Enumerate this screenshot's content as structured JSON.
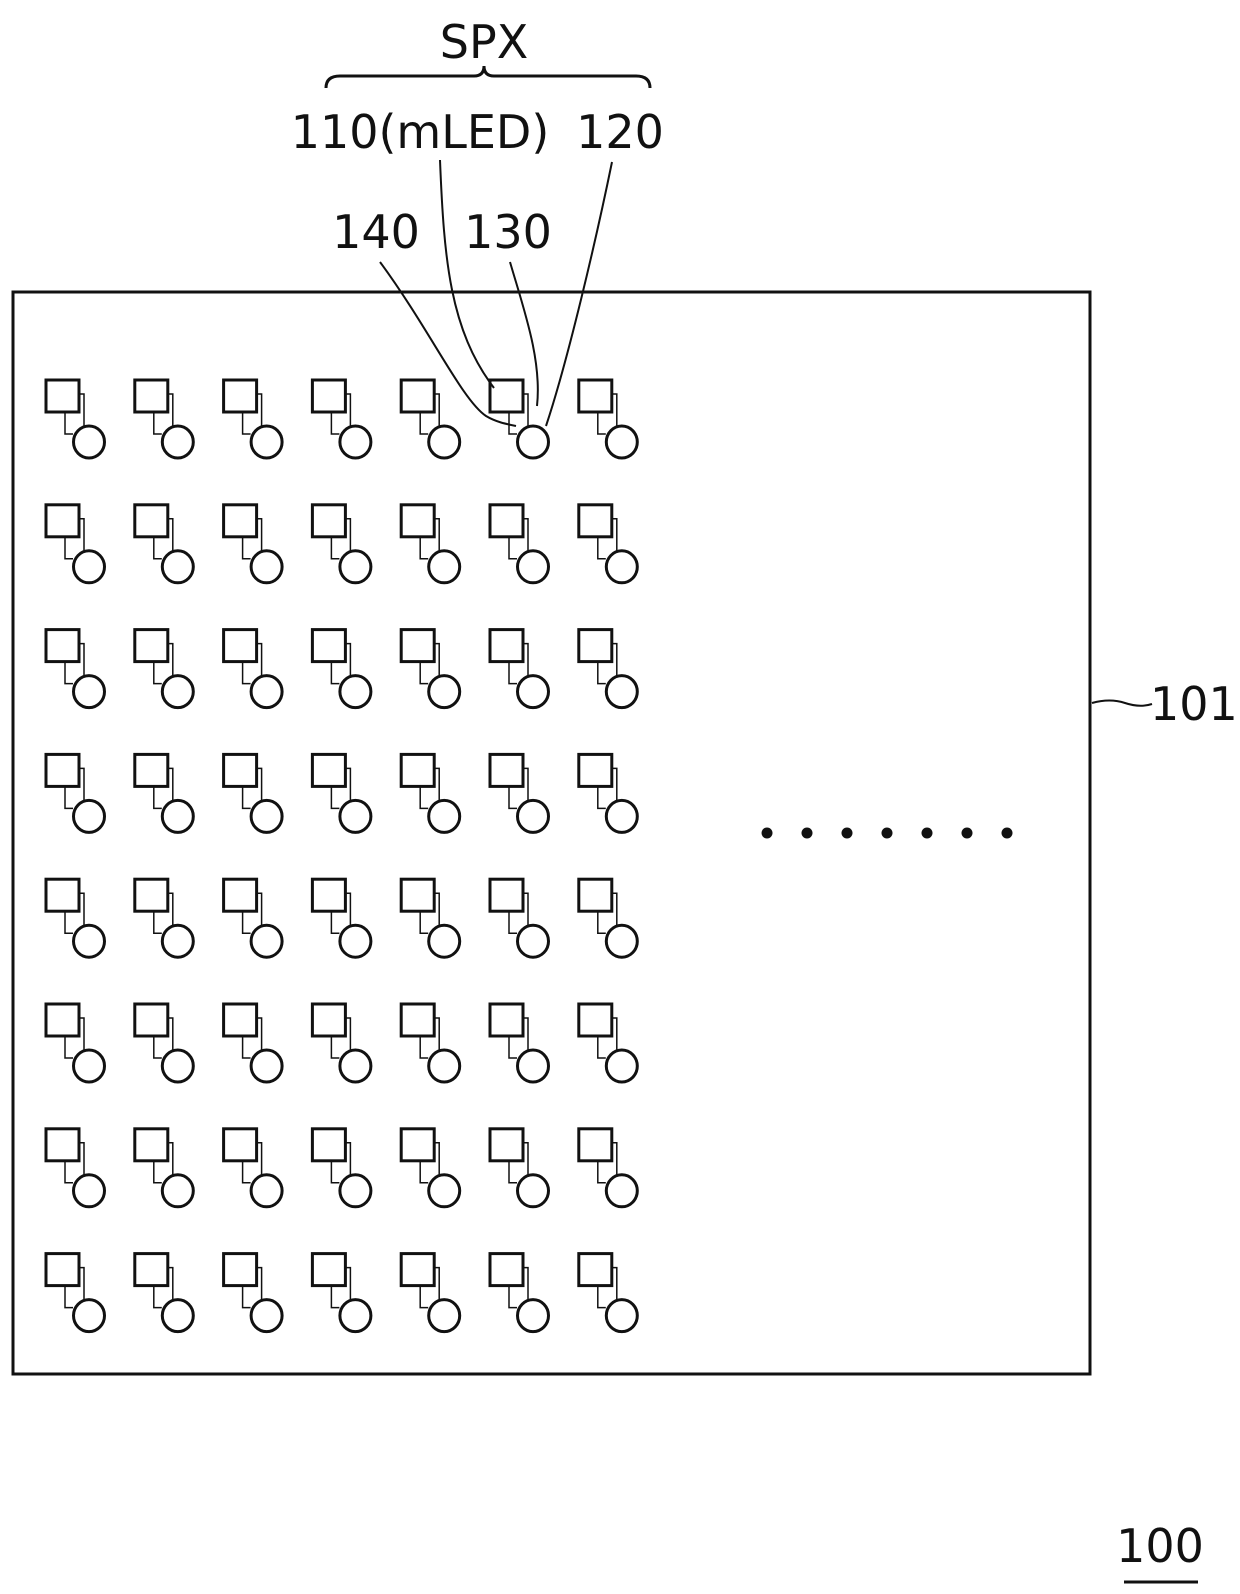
{
  "labels": {
    "group": "SPX",
    "led": "110(mLED)",
    "right_component": "120",
    "left_component": "140",
    "middle_component": "130",
    "substrate": "101",
    "device": "100"
  },
  "grid": {
    "rows": 8,
    "columns": 7
  },
  "ellipsis_dots": 7,
  "colors": {
    "line": "#111111",
    "background": "#ffffff"
  }
}
